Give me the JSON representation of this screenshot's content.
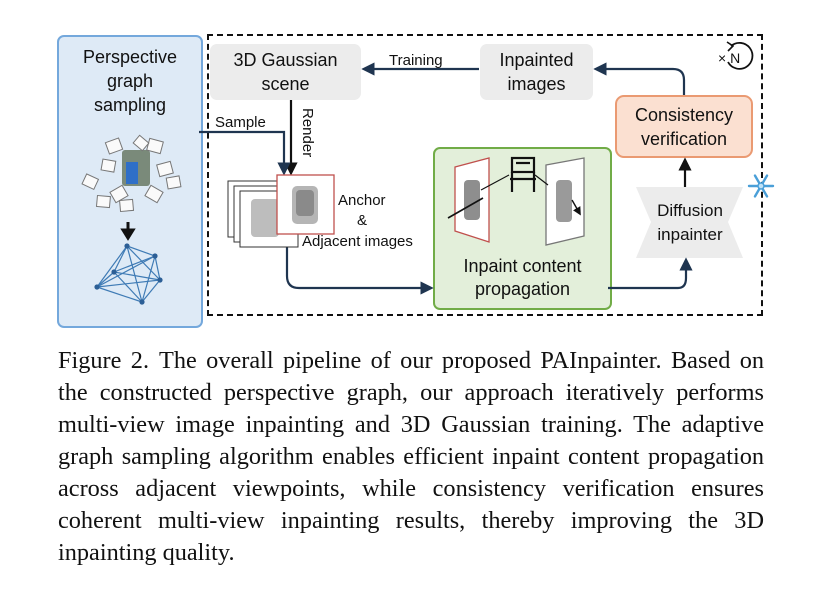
{
  "figure": {
    "perspective_graph": "Perspective\ngraph\nsampling",
    "gaussian_scene": "3D Gaussian\nscene",
    "inpainted_images": "Inpainted\nimages",
    "consistency_verification": "Consistency\nverification",
    "diffusion_inpainter": "Diffusion\ninpainter",
    "inpaint_propagation": "Inpaint content\npropagation",
    "anchor_label": "Anchor",
    "ampersand": "&",
    "adjacent_label": "Adjacent images",
    "edge_training": "Training",
    "edge_sample": "Sample",
    "edge_render": "Render",
    "loop_mark": "× N",
    "colors": {
      "blue_fill": "#deeaf6",
      "blue_border": "#74a8dc",
      "green_fill": "#e3efda",
      "green_border": "#71ac47",
      "orange_fill": "#fbe0d1",
      "orange_border": "#ea9a72",
      "gray_fill": "#ececec",
      "arrow": "#1f3550"
    }
  },
  "caption": {
    "label": "Figure 2.",
    "text": "The overall pipeline of our proposed PAInpainter. Based on the constructed perspective graph, our approach iteratively performs multi-view image inpainting and 3D Gaussian training. The adaptive graph sampling algorithm enables efficient inpaint content propagation across adjacent viewpoints, while consistency verification ensures coherent multi-view inpainting results, thereby improving the 3D inpainting quality."
  }
}
